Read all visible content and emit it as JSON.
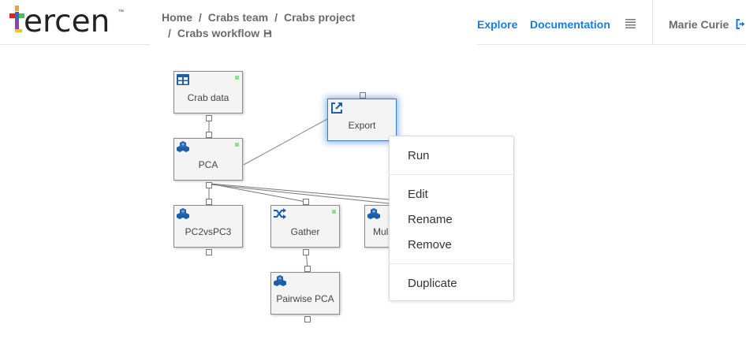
{
  "app": {
    "logo_text": "ercen",
    "logo_tm": "™"
  },
  "breadcrumb": {
    "items": [
      "Home",
      "Crabs team",
      "Crabs project"
    ],
    "current": "Crabs workflow",
    "separator": "/"
  },
  "nav": {
    "explore": "Explore",
    "documentation": "Documentation",
    "user": "Marie Curie"
  },
  "colors": {
    "link": "#1a7be0",
    "icon_blue": "#1b5fa8",
    "status_green": "#8fe08f",
    "selected_glow": "#3d7dc8"
  },
  "workflow": {
    "nodes": [
      {
        "label": "Crab data",
        "icon": "table-icon",
        "status": true
      },
      {
        "label": "PCA",
        "icon": "cubes-icon",
        "status": true
      },
      {
        "label": "Export",
        "icon": "external-link-icon",
        "status": false,
        "selected": true
      },
      {
        "label": "PC2vsPC3",
        "icon": "cubes-icon",
        "status": false
      },
      {
        "label": "Gather",
        "icon": "shuffle-icon",
        "status": true
      },
      {
        "label": "Mul",
        "icon": "cubes-icon",
        "status": false
      },
      {
        "label": "Pairwise PCA",
        "icon": "cubes-icon",
        "status": false
      }
    ]
  },
  "context_menu": {
    "run": "Run",
    "edit": "Edit",
    "rename": "Rename",
    "remove": "Remove",
    "duplicate": "Duplicate"
  }
}
